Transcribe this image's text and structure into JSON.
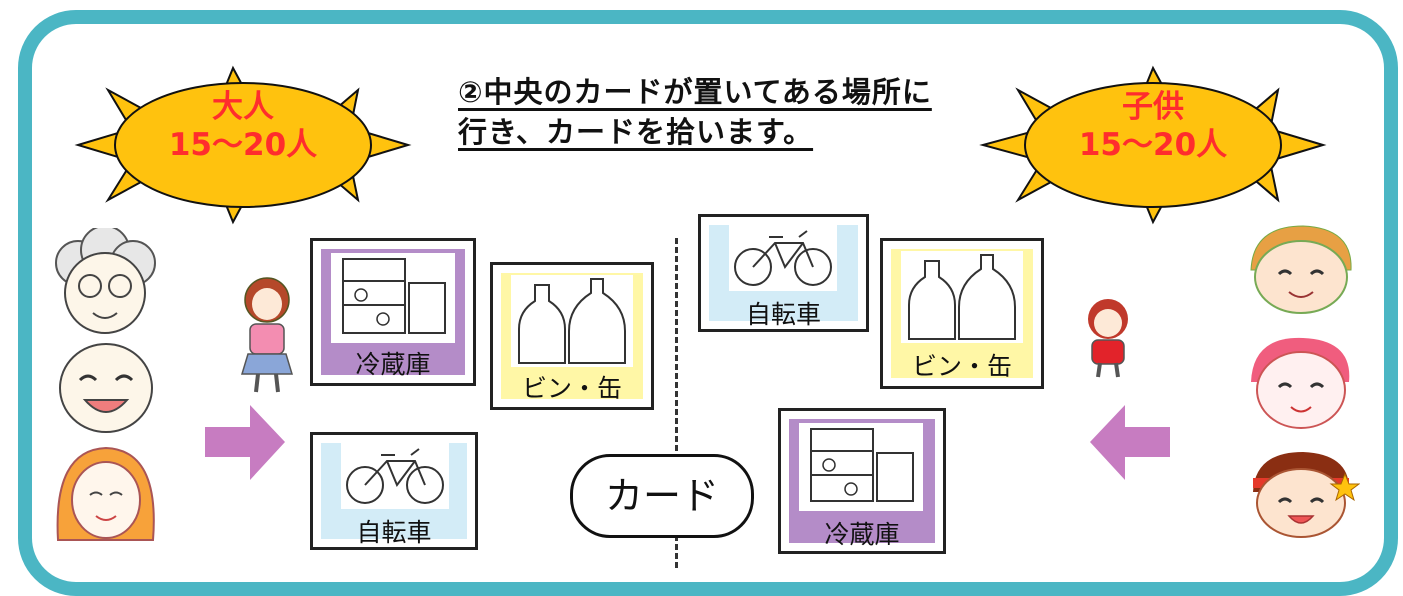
{
  "instruction": {
    "line1": "②中央のカードが置いてある場所に",
    "line2": "行き、カードを拾います。"
  },
  "adults": {
    "line1": "大人",
    "line2": "15～20人"
  },
  "children": {
    "line1": "子供",
    "line2": "15～20人"
  },
  "cards": {
    "fridge": "冷蔵庫",
    "bottles": "ビン・缶",
    "bicycle": "自転車",
    "center": "カード"
  },
  "colors": {
    "frame": "#4bb6c4",
    "sun": "#ffc20e",
    "fridge_bg": "#b48cc8",
    "bottles_bg": "#fff7a6",
    "bicycle_bg": "#d3ecf7",
    "arrow": "#c77cc1",
    "label_red": "#ff2d2d"
  },
  "icons": [
    "sun-badge",
    "grandmother-face",
    "grandfather-face",
    "mother-face",
    "girl-figure",
    "boy-face",
    "girl-face",
    "child-face",
    "right-arrow",
    "left-arrow",
    "fridge-icon",
    "bottles-icon",
    "bicycle-icon"
  ]
}
